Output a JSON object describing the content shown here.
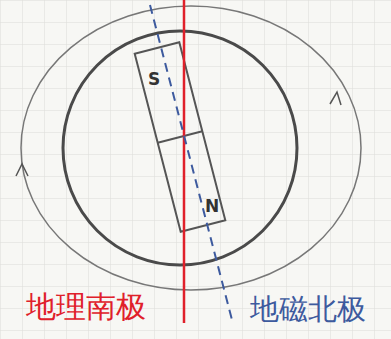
{
  "diagram": {
    "labels": [
      "S",
      "N",
      "地理南极",
      "地磁北极"
    ]
  }
}
